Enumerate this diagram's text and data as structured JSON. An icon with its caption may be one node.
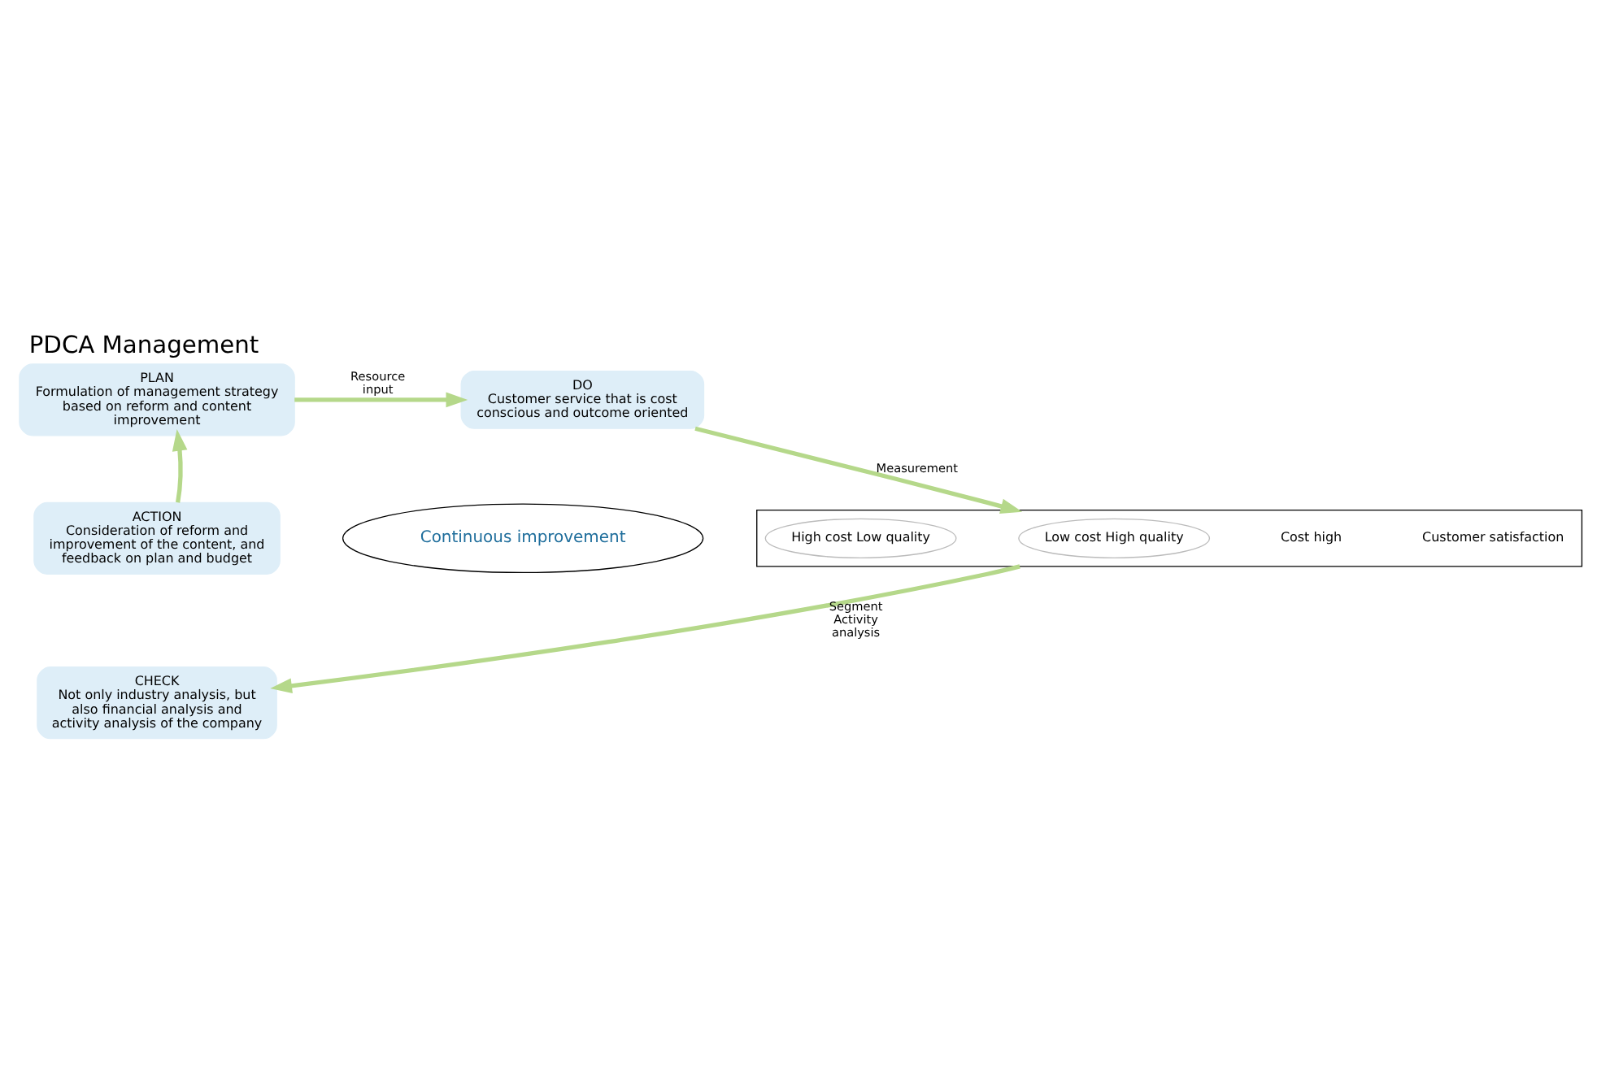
{
  "diagram": {
    "title": "PDCA Management",
    "nodes": [
      {
        "text": [
          "PLAN",
          "Formulation of management strategy based on reform and content improvement"
        ]
      },
      {
        "text": [
          "DO",
          "Customer service that is cost conscious and outcome oriented"
        ]
      },
      {
        "text": [
          "Continuous improvement"
        ]
      },
      {
        "text": [
          "ACTION",
          "Consideration of reform and improvement of the content, and feedback on plan and budget"
        ]
      },
      {
        "text": [],
        "shape": "box"
      },
      {
        "text": [
          "Low cost High quality"
        ],
        "in": 4
      },
      {
        "text": [
          "High cost Low quality"
        ],
        "in": 4
      },
      {
        "text": [
          "CHECK",
          "Not only industry analysis, but also financial analysis and activity analysis of the company"
        ]
      }
    ],
    "edges": [
      {
        "from": 0,
        "to": 1,
        "arrow": "to",
        "label": "Resource input"
      },
      {
        "from": 1,
        "to": 4,
        "arrow": "to",
        "label": "Measurement"
      },
      {
        "from": 4,
        "to": 7,
        "arrow": "to",
        "label": "Segment Activity analysis"
      },
      {
        "from": 3,
        "to": 0,
        "arrow": "to"
      }
    ],
    "labels": [
      "Customer satisfaction",
      "Cost high"
    ]
  }
}
